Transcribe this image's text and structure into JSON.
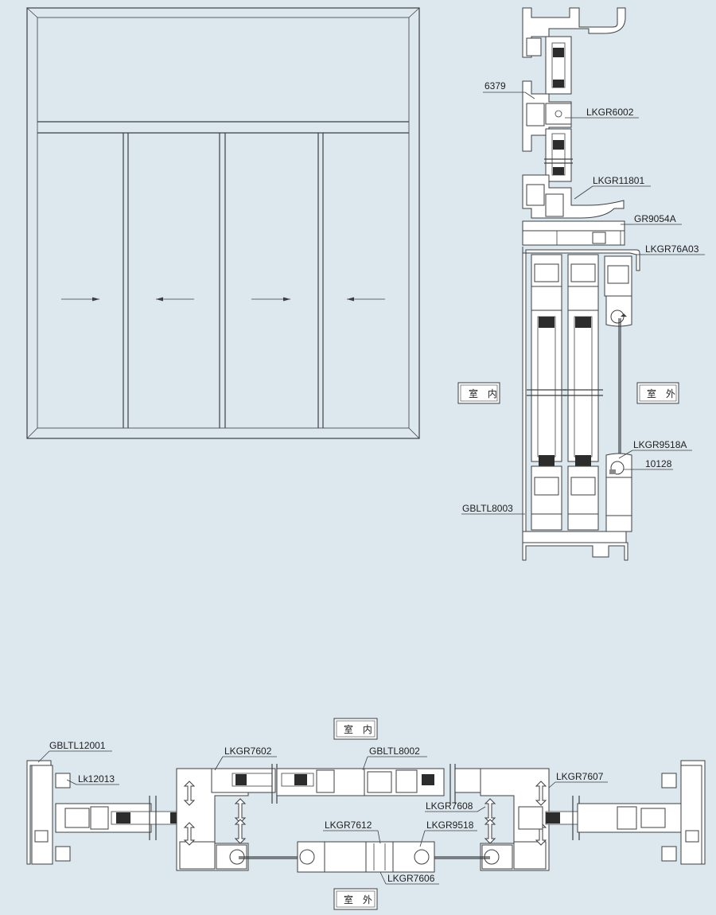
{
  "labels": {
    "l6379": "6379",
    "lkgr6002": "LKGR6002",
    "lkgr11801": "LKGR11801",
    "gr9054a": "GR9054A",
    "lkgr76a03": "LKGR76A03",
    "lkgr9518a": "LKGR9518A",
    "l10128": "10128",
    "gbltl8003": "GBLTL8003",
    "gbltl12001": "GBLTL12001",
    "lk12013": "Lk12013",
    "lkgr7602": "LKGR7602",
    "gbltl8002": "GBLTL8002",
    "lkgr7607": "LKGR7607",
    "lkgr7608": "LKGR7608",
    "lkgr7612": "LKGR7612",
    "lkgr9518": "LKGR9518",
    "lkgr7606": "LKGR7606"
  },
  "rooms": {
    "indoor": "室 内",
    "outdoor": "室 外"
  },
  "colors": {
    "background": "#dde7ee",
    "line": "#3c3f42"
  }
}
